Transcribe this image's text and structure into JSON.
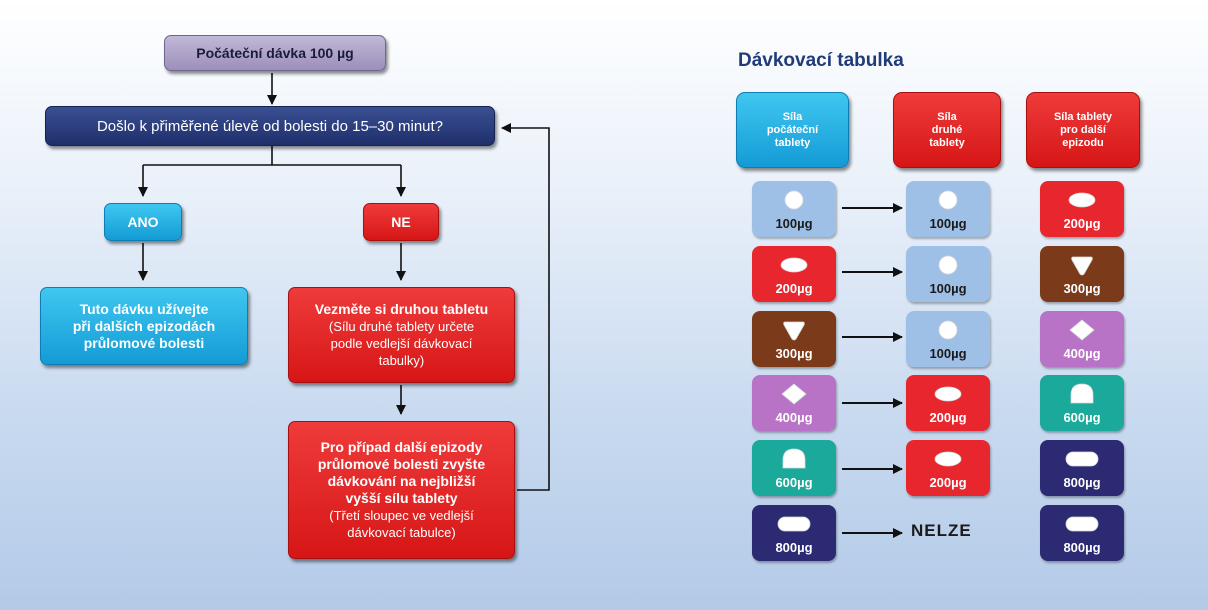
{
  "flowchart": {
    "start": "Počáteční dávka 100 µg",
    "question": "Došlo k přiměřené úlevě od bolesti do 15–30 minut?",
    "yes": "ANO",
    "no": "NE",
    "yes_outcome": [
      "Tuto dávku užívejte",
      "při dalších epizodách",
      "průlomové bolesti"
    ],
    "second_tablet": {
      "lead": "Vezměte si druhou tabletu",
      "note": [
        "(Sílu druhé tablety určete",
        "podle vedlejší dávkovací",
        "tabulky)"
      ]
    },
    "next_episode": {
      "lead": [
        "Pro případ další epizody",
        "průlomové bolesti zvyšte",
        "dávkování na nejbližší",
        "vyšší sílu tablety"
      ],
      "note": [
        "(Třetí sloupec ve vedlejší",
        "dávkovací tabulce)"
      ]
    }
  },
  "dosing_table": {
    "title": "Dávkovací tabulka",
    "headers": [
      [
        "Síla",
        "počáteční",
        "tablety"
      ],
      [
        "Síla",
        "druhé",
        "tablety"
      ],
      [
        "Síla tablety",
        "pro další",
        "epizodu"
      ]
    ],
    "not_possible": "NELZE",
    "rows": [
      {
        "initial": "100µg",
        "second": "100µg",
        "next": "200µg"
      },
      {
        "initial": "200µg",
        "second": "100µg",
        "next": "300µg"
      },
      {
        "initial": "300µg",
        "second": "100µg",
        "next": "400µg"
      },
      {
        "initial": "400µg",
        "second": "200µg",
        "next": "600µg"
      },
      {
        "initial": "600µg",
        "second": "200µg",
        "next": "800µg"
      },
      {
        "initial": "800µg",
        "second": "",
        "next": "800µg"
      }
    ],
    "colors": {
      "100µg": "#9fc0e6",
      "200µg": "#e8262e",
      "300µg": "#7b3a19",
      "400µg": "#b973c6",
      "600µg": "#1aa99a",
      "800µg": "#2b2a73"
    },
    "tablet_shapes": {
      "100µg": "round",
      "200µg": "oval",
      "300µg": "shield",
      "400µg": "diamond",
      "600µg": "dome",
      "800µg": "capsule"
    }
  }
}
